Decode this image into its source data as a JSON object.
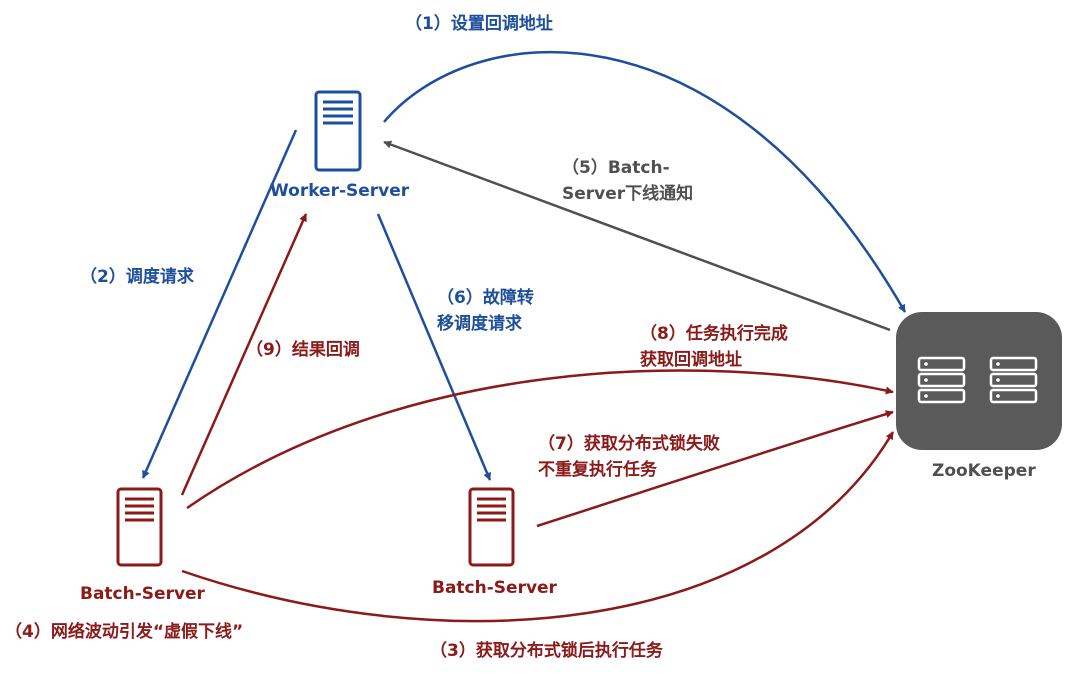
{
  "colors": {
    "blue": "#1e4f9c",
    "red": "#8b1a1a",
    "gray": "#505050",
    "zk_fill": "#5a5a5a"
  },
  "nodes": {
    "worker": {
      "label": "Worker-Server",
      "icon": "server-icon"
    },
    "batch_left": {
      "label": "Batch-Server",
      "icon": "server-icon"
    },
    "batch_mid": {
      "label": "Batch-Server",
      "icon": "server-icon"
    },
    "zookeeper": {
      "label": "ZooKeeper",
      "icon": "database-cluster-icon"
    }
  },
  "steps": {
    "s1": "（1）设置回调地址",
    "s2": "（2）调度请求",
    "s3": "（3）获取分布式锁后执行任务",
    "s4": "（4）网络波动引发“虚假下线”",
    "s5_line1": "（5）Batch-",
    "s5_line2": "Server下线通知",
    "s6_line1": "（6）故障转",
    "s6_line2": "移调度请求",
    "s7_line1": "（7）获取分布式锁失败",
    "s7_line2": "不重复执行任务",
    "s8_line1": "（8）任务执行完成",
    "s8_line2": "获取回调地址",
    "s9": "（9）结果回调"
  }
}
